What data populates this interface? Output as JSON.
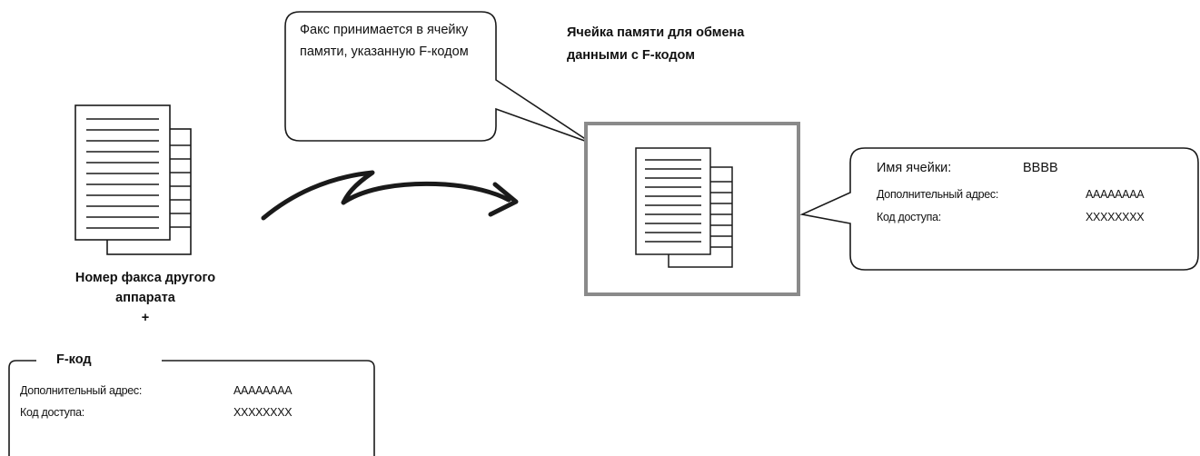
{
  "speech_bubble": {
    "line1": "Факс принимается в ячейку",
    "line2": "памяти, указанную F-кодом"
  },
  "memory_box_title": {
    "line1": "Ячейка памяти для обмена",
    "line2": "данными с F-кодом"
  },
  "box_info": {
    "name_label": "Имя ячейки:",
    "name_value": "BBBB",
    "subaddress_label": "Дополнительный адрес:",
    "subaddress_value": "AAAAAAAA",
    "passcode_label": "Код доступа:",
    "passcode_value": "XXXXXXXX"
  },
  "sender": {
    "line1": "Номер факса другого",
    "line2": "аппарата",
    "plus": "+"
  },
  "fcode": {
    "title": "F-код",
    "subaddress_label": "Дополнительный адрес:",
    "subaddress_value": "AAAAAAAA",
    "passcode_label": "Код доступа:",
    "passcode_value": "XXXXXXXX"
  },
  "colors": {
    "memory_box_border": "#8a8a8a",
    "stroke": "#1a1a1a"
  }
}
